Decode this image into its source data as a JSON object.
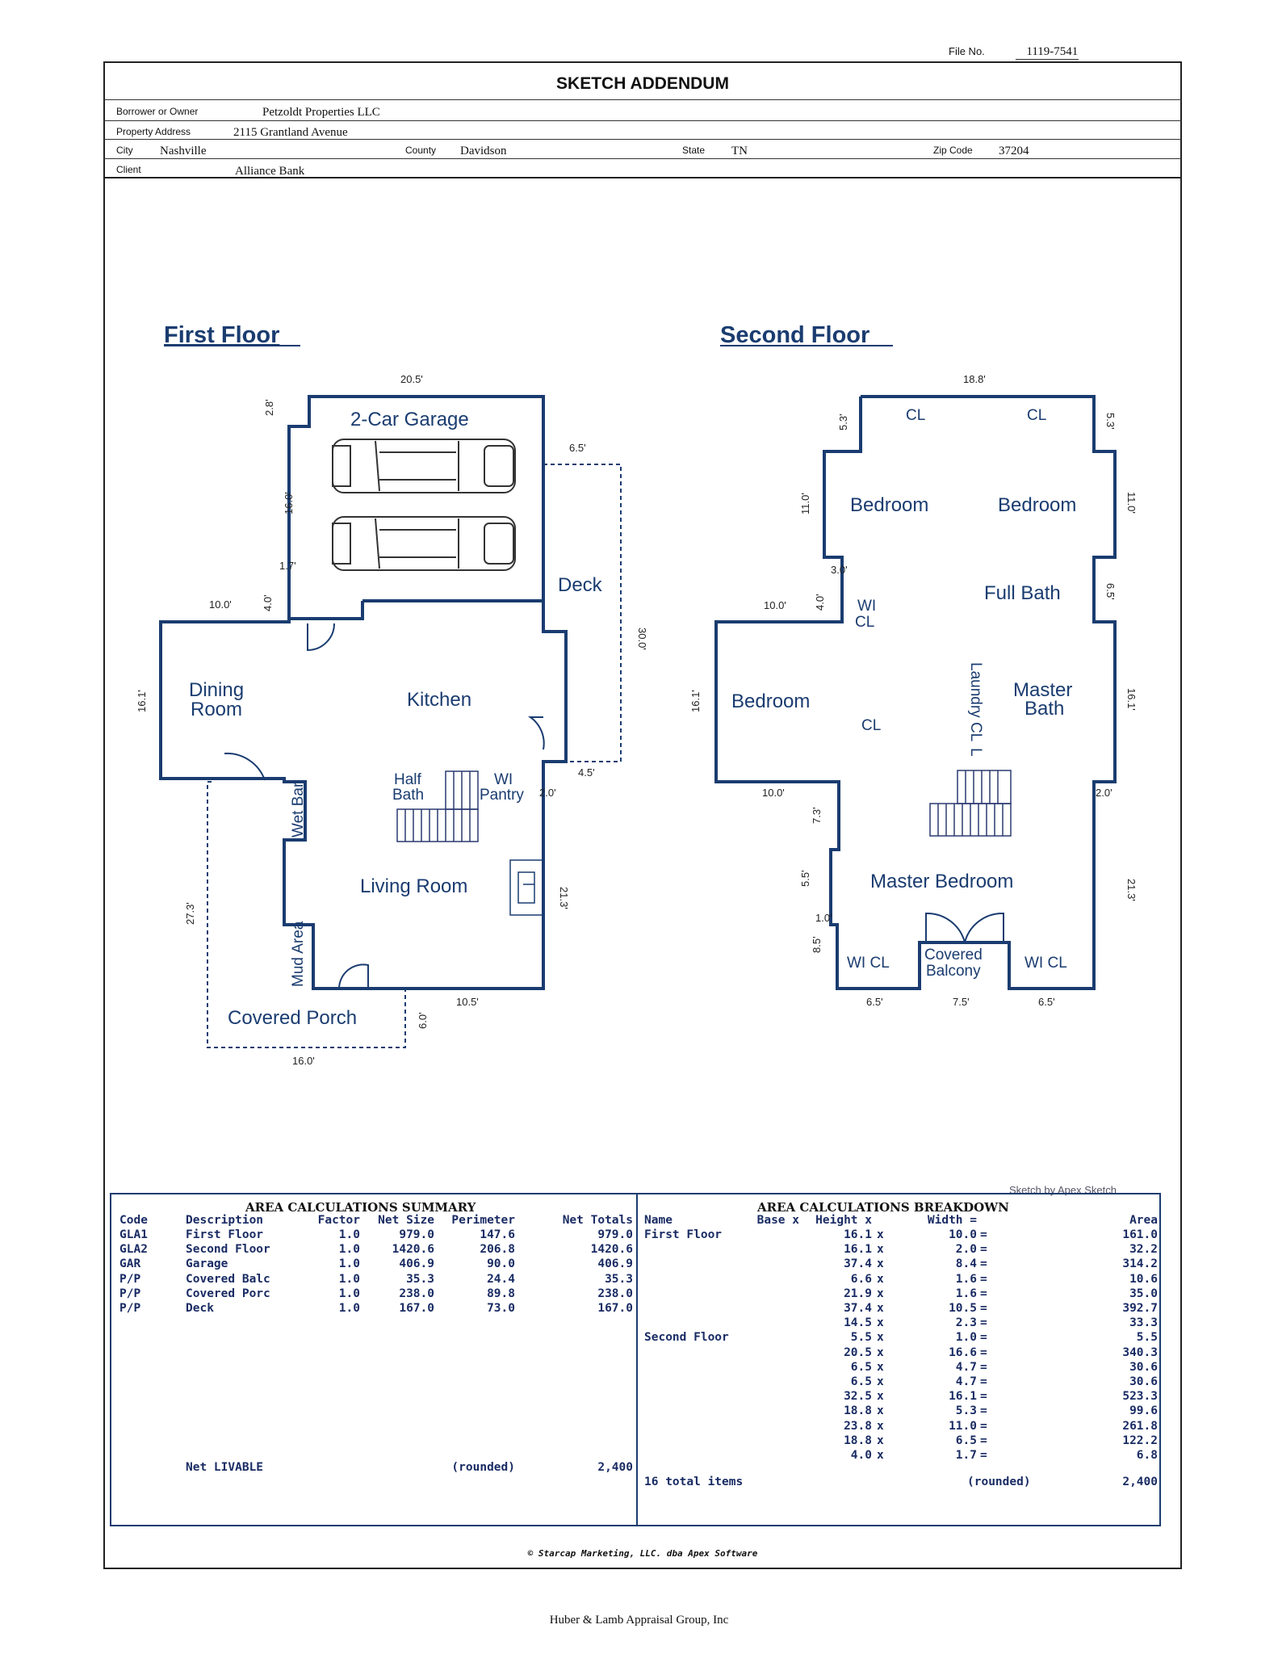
{
  "header": {
    "file_no_label": "File No.",
    "file_no": "1119-7541",
    "title": "SKETCH ADDENDUM",
    "borrower_label": "Borrower or Owner",
    "borrower": "Petzoldt Properties LLC",
    "address_label": "Property Address",
    "address": "2115 Grantland Avenue",
    "city_label": "City",
    "city": "Nashville",
    "county_label": "County",
    "county": "Davidson",
    "state_label": "State",
    "state": "TN",
    "zip_label": "Zip Code",
    "zip": "37204",
    "client_label": "Client",
    "client": "Alliance Bank"
  },
  "sketch": {
    "first_floor_title": "First Floor",
    "second_floor_title": "Second Floor",
    "first_floor": {
      "rooms": {
        "garage": "2-Car Garage",
        "deck": "Deck",
        "dining1": "Dining",
        "dining2": "Room",
        "kitchen": "Kitchen",
        "half_bath1": "Half",
        "half_bath2": "Bath",
        "pantry1": "WI",
        "pantry2": "Pantry",
        "wet_bar": "Wet Bar",
        "living": "Living Room",
        "mud": "Mud Area",
        "porch": "Covered Porch"
      },
      "dims": {
        "d_20_5": "20.5'",
        "d_2_8": "2.8'",
        "d_16_0a": "16.0'",
        "d_1_7": "1.7'",
        "d_4_0": "4.0'",
        "d_10_0": "10.0'",
        "d_6_5": "6.5'",
        "d_30_0": "30.0'",
        "d_4_5": "4.5'",
        "d_16_1": "16.1'",
        "d_2_0": "2.0'",
        "d_21_3": "21.3'",
        "d_27_3": "27.3'",
        "d_10_5": "10.5'",
        "d_6_0": "6.0'",
        "d_16_0b": "16.0'"
      }
    },
    "second_floor": {
      "rooms": {
        "cl1": "CL",
        "cl2": "CL",
        "bedroom_a": "Bedroom",
        "bedroom_b": "Bedroom",
        "full_bath": "Full Bath",
        "wi_cl1": "WI",
        "wi_cl2": "CL",
        "bedroom_c": "Bedroom",
        "cl3": "CL",
        "laundry": "Laundry CL",
        "laundry_l": "L",
        "master_bath1": "Master",
        "master_bath2": "Bath",
        "master_bed": "Master Bedroom",
        "wi_cl_left": "WI CL",
        "balcony1": "Covered",
        "balcony2": "Balcony",
        "wi_cl_right": "WI CL"
      },
      "dims": {
        "d_18_8": "18.8'",
        "d_5_3a": "5.3'",
        "d_5_3b": "5.3'",
        "d_11_0a": "11.0'",
        "d_11_0b": "11.0'",
        "d_3_0": "3.0'",
        "d_6_5r": "6.5'",
        "d_10_0a": "10.0'",
        "d_4_0": "4.0'",
        "d_16_1a": "16.1'",
        "d_16_1b": "16.1'",
        "d_10_0b": "10.0'",
        "d_2_0": "2.0'",
        "d_7_3": "7.3'",
        "d_5_5": "5.5'",
        "d_21_3": "21.3'",
        "d_1_0": "1.0'",
        "d_8_5": "8.5'",
        "d_6_5a": "6.5'",
        "d_7_5": "7.5'",
        "d_6_5b": "6.5'"
      }
    }
  },
  "sketch_by": "Sketch by Apex Sketch",
  "summary": {
    "title": "AREA CALCULATIONS SUMMARY",
    "columns": [
      "Code",
      "Description",
      "Factor",
      "Net Size",
      "Perimeter",
      "Net Totals"
    ],
    "rows": [
      [
        "GLA1",
        "First Floor",
        "1.0",
        "979.0",
        "147.6",
        "979.0"
      ],
      [
        "GLA2",
        "Second Floor",
        "1.0",
        "1420.6",
        "206.8",
        "1420.6"
      ],
      [
        "GAR",
        "Garage",
        "1.0",
        "406.9",
        "90.0",
        "406.9"
      ],
      [
        "P/P",
        "Covered Balc",
        "1.0",
        "35.3",
        "24.4",
        "35.3"
      ],
      [
        "P/P",
        "Covered Porc",
        "1.0",
        "238.0",
        "89.8",
        "238.0"
      ],
      [
        "P/P",
        "Deck",
        "1.0",
        "167.0",
        "73.0",
        "167.0"
      ]
    ],
    "net_livable_label": "Net LIVABLE",
    "rounded_label": "(rounded)",
    "net_livable": "2,400"
  },
  "breakdown": {
    "title": "AREA CALCULATIONS BREAKDOWN",
    "columns": [
      "Name",
      "Base x",
      "Height x",
      "Width =",
      "Area"
    ],
    "rows": [
      [
        "First Floor",
        "16.1",
        "10.0",
        "161.0"
      ],
      [
        "",
        "16.1",
        "2.0",
        "32.2"
      ],
      [
        "",
        "37.4",
        "8.4",
        "314.2"
      ],
      [
        "",
        "6.6",
        "1.6",
        "10.6"
      ],
      [
        "",
        "21.9",
        "1.6",
        "35.0"
      ],
      [
        "",
        "37.4",
        "10.5",
        "392.7"
      ],
      [
        "",
        "14.5",
        "2.3",
        "33.3"
      ],
      [
        "Second Floor",
        "5.5",
        "1.0",
        "5.5"
      ],
      [
        "",
        "20.5",
        "16.6",
        "340.3"
      ],
      [
        "",
        "6.5",
        "4.7",
        "30.6"
      ],
      [
        "",
        "6.5",
        "4.7",
        "30.6"
      ],
      [
        "",
        "32.5",
        "16.1",
        "523.3"
      ],
      [
        "",
        "18.8",
        "5.3",
        "99.6"
      ],
      [
        "",
        "23.8",
        "11.0",
        "261.8"
      ],
      [
        "",
        "18.8",
        "6.5",
        "122.2"
      ],
      [
        "",
        "4.0",
        "1.7",
        "6.8"
      ]
    ],
    "x_sym": "x",
    "eq_sym": "=",
    "total_items": "16 total items",
    "rounded_label": "(rounded)",
    "total": "2,400"
  },
  "copyright": "© Starcap Marketing, LLC. dba Apex Software",
  "footer": "Huber & Lamb Appraisal Group, Inc"
}
